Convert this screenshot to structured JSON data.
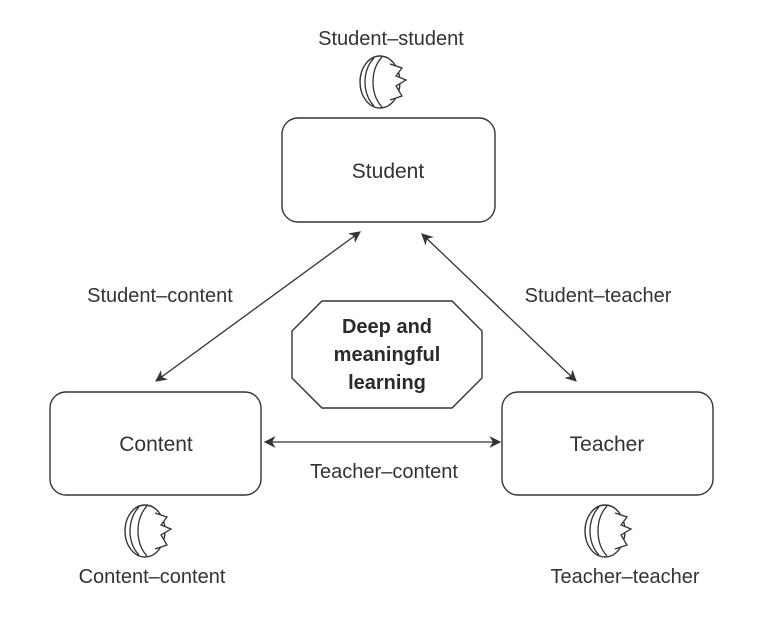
{
  "nodes": {
    "student": "Student",
    "content": "Content",
    "teacher": "Teacher"
  },
  "edges": {
    "student_content": "Student–content",
    "student_teacher": "Student–teacher",
    "teacher_content": "Teacher–content"
  },
  "loops": {
    "student_student": "Student–student",
    "content_content": "Content–content",
    "teacher_teacher": "Teacher–teacher"
  },
  "center": {
    "lines": [
      "Deep and",
      "meaningful",
      "learning"
    ]
  },
  "colors": {
    "stroke": "#333333",
    "text": "#333333"
  },
  "icons": {
    "loop": "circular-interaction-icon"
  }
}
